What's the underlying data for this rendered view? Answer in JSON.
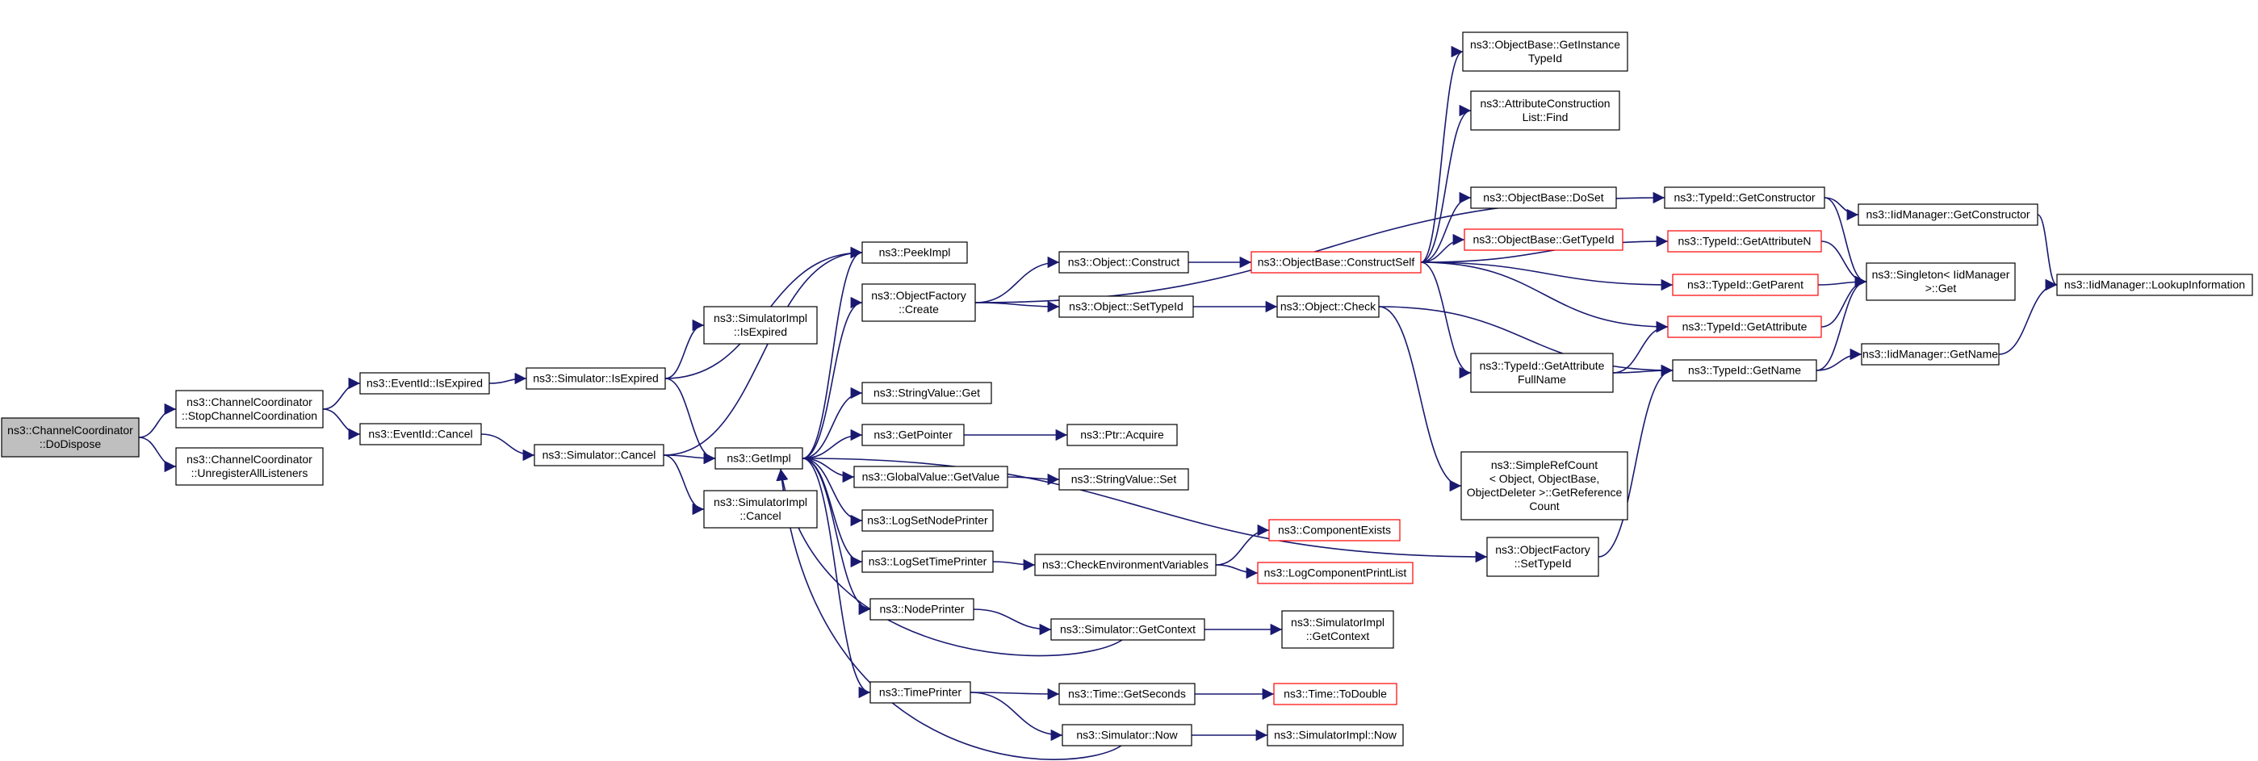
{
  "colors": {
    "edge": "#191970",
    "node_border": "#000000",
    "truncated_border": "#ff0000",
    "root_fill": "#bfbfbf",
    "background": "#ffffff"
  },
  "nodes": [
    {
      "id": "dodispose",
      "lines": [
        "ns3::ChannelCoordinator",
        "::DoDispose"
      ],
      "style": "root"
    },
    {
      "id": "stopcc",
      "lines": [
        "ns3::ChannelCoordinator",
        "::StopChannelCoordination"
      ],
      "style": "normal"
    },
    {
      "id": "unreg",
      "lines": [
        "ns3::ChannelCoordinator",
        "::UnregisterAllListeners"
      ],
      "style": "normal"
    },
    {
      "id": "evisexp",
      "lines": [
        "ns3::EventId::IsExpired"
      ],
      "style": "normal"
    },
    {
      "id": "evcancel",
      "lines": [
        "ns3::EventId::Cancel"
      ],
      "style": "normal"
    },
    {
      "id": "simisexp",
      "lines": [
        "ns3::Simulator::IsExpired"
      ],
      "style": "normal"
    },
    {
      "id": "simcancel",
      "lines": [
        "ns3::Simulator::Cancel"
      ],
      "style": "normal"
    },
    {
      "id": "simimplisexp",
      "lines": [
        "ns3::SimulatorImpl",
        "::IsExpired"
      ],
      "style": "normal"
    },
    {
      "id": "simimplcancel",
      "lines": [
        "ns3::SimulatorImpl",
        "::Cancel"
      ],
      "style": "normal"
    },
    {
      "id": "getimpl",
      "lines": [
        "ns3::GetImpl"
      ],
      "style": "normal"
    },
    {
      "id": "peekimpl",
      "lines": [
        "ns3::PeekImpl"
      ],
      "style": "normal"
    },
    {
      "id": "ofcreate",
      "lines": [
        "ns3::ObjectFactory",
        "::Create"
      ],
      "style": "normal"
    },
    {
      "id": "strget",
      "lines": [
        "ns3::StringValue::Get"
      ],
      "style": "normal"
    },
    {
      "id": "getptr",
      "lines": [
        "ns3::GetPointer"
      ],
      "style": "normal"
    },
    {
      "id": "gvget",
      "lines": [
        "ns3::GlobalValue::GetValue"
      ],
      "style": "normal"
    },
    {
      "id": "lognode",
      "lines": [
        "ns3::LogSetNodePrinter"
      ],
      "style": "normal"
    },
    {
      "id": "logtime",
      "lines": [
        "ns3::LogSetTimePrinter"
      ],
      "style": "normal"
    },
    {
      "id": "nodeprinter",
      "lines": [
        "ns3::NodePrinter"
      ],
      "style": "normal"
    },
    {
      "id": "timeprinter",
      "lines": [
        "ns3::TimePrinter"
      ],
      "style": "normal"
    },
    {
      "id": "objconstruct",
      "lines": [
        "ns3::Object::Construct"
      ],
      "style": "normal"
    },
    {
      "id": "objsettid",
      "lines": [
        "ns3::Object::SetTypeId"
      ],
      "style": "normal"
    },
    {
      "id": "ptracq",
      "lines": [
        "ns3::Ptr::Acquire"
      ],
      "style": "normal"
    },
    {
      "id": "strset",
      "lines": [
        "ns3::StringValue::Set"
      ],
      "style": "normal"
    },
    {
      "id": "checkenv",
      "lines": [
        "ns3::CheckEnvironmentVariables"
      ],
      "style": "normal"
    },
    {
      "id": "simgetctx",
      "lines": [
        "ns3::Simulator::GetContext"
      ],
      "style": "normal"
    },
    {
      "id": "timeget",
      "lines": [
        "ns3::Time::GetSeconds"
      ],
      "style": "normal"
    },
    {
      "id": "simnow",
      "lines": [
        "ns3::Simulator::Now"
      ],
      "style": "normal"
    },
    {
      "id": "objcheck",
      "lines": [
        "ns3::Object::Check"
      ],
      "style": "normal"
    },
    {
      "id": "obconstructself",
      "lines": [
        "ns3::ObjectBase::ConstructSelf"
      ],
      "style": "truncated"
    },
    {
      "id": "compexists",
      "lines": [
        "ns3::ComponentExists"
      ],
      "style": "truncated"
    },
    {
      "id": "logcomplist",
      "lines": [
        "ns3::LogComponentPrintList"
      ],
      "style": "truncated"
    },
    {
      "id": "simimplgetctx",
      "lines": [
        "ns3::SimulatorImpl",
        "::GetContext"
      ],
      "style": "normal"
    },
    {
      "id": "timetodouble",
      "lines": [
        "ns3::Time::ToDouble"
      ],
      "style": "truncated"
    },
    {
      "id": "simimplnow",
      "lines": [
        "ns3::SimulatorImpl::Now"
      ],
      "style": "normal"
    },
    {
      "id": "obgetinst",
      "lines": [
        "ns3::ObjectBase::GetInstance",
        "TypeId"
      ],
      "style": "normal"
    },
    {
      "id": "attrconst",
      "lines": [
        "ns3::AttributeConstruction",
        "List::Find"
      ],
      "style": "normal"
    },
    {
      "id": "obdoset",
      "lines": [
        "ns3::ObjectBase::DoSet"
      ],
      "style": "normal"
    },
    {
      "id": "obgettid",
      "lines": [
        "ns3::ObjectBase::GetTypeId"
      ],
      "style": "truncated"
    },
    {
      "id": "tidgetattrfull",
      "lines": [
        "ns3::TypeId::GetAttribute",
        "FullName"
      ],
      "style": "normal"
    },
    {
      "id": "simplerefcount",
      "lines": [
        "ns3::SimpleRefCount",
        "< Object, ObjectBase,",
        "ObjectDeleter >::GetReference",
        "Count"
      ],
      "style": "normal"
    },
    {
      "id": "ofsettid",
      "lines": [
        "ns3::ObjectFactory",
        "::SetTypeId"
      ],
      "style": "normal"
    },
    {
      "id": "tidgetctor",
      "lines": [
        "ns3::TypeId::GetConstructor"
      ],
      "style": "normal"
    },
    {
      "id": "tidgetattrn",
      "lines": [
        "ns3::TypeId::GetAttributeN"
      ],
      "style": "truncated"
    },
    {
      "id": "tidgetparent",
      "lines": [
        "ns3::TypeId::GetParent"
      ],
      "style": "truncated"
    },
    {
      "id": "tidgetattr",
      "lines": [
        "ns3::TypeId::GetAttribute"
      ],
      "style": "truncated"
    },
    {
      "id": "tidgetname",
      "lines": [
        "ns3::TypeId::GetName"
      ],
      "style": "normal"
    },
    {
      "id": "iidgetctor",
      "lines": [
        "ns3::IidManager::GetConstructor"
      ],
      "style": "normal"
    },
    {
      "id": "singletonget",
      "lines": [
        "ns3::Singleton< IidManager",
        " >::Get"
      ],
      "style": "normal"
    },
    {
      "id": "iidgetname",
      "lines": [
        "ns3::IidManager::GetName"
      ],
      "style": "normal"
    },
    {
      "id": "iidlookup",
      "lines": [
        "ns3::IidManager::LookupInformation"
      ],
      "style": "normal"
    }
  ],
  "edges": [
    [
      "dodispose",
      "stopcc"
    ],
    [
      "dodispose",
      "unreg"
    ],
    [
      "stopcc",
      "evisexp"
    ],
    [
      "stopcc",
      "evcancel"
    ],
    [
      "evisexp",
      "simisexp"
    ],
    [
      "evcancel",
      "simcancel"
    ],
    [
      "simisexp",
      "simimplisexp"
    ],
    [
      "simisexp",
      "getimpl"
    ],
    [
      "simisexp",
      "peekimpl"
    ],
    [
      "simcancel",
      "getimpl"
    ],
    [
      "simcancel",
      "simimplcancel"
    ],
    [
      "simcancel",
      "peekimpl"
    ],
    [
      "getimpl",
      "peekimpl"
    ],
    [
      "getimpl",
      "ofcreate"
    ],
    [
      "getimpl",
      "strget"
    ],
    [
      "getimpl",
      "getptr"
    ],
    [
      "getimpl",
      "gvget"
    ],
    [
      "getimpl",
      "lognode"
    ],
    [
      "getimpl",
      "logtime"
    ],
    [
      "getimpl",
      "nodeprinter"
    ],
    [
      "getimpl",
      "timeprinter"
    ],
    [
      "getimpl",
      "ofsettid"
    ],
    [
      "ofcreate",
      "objconstruct"
    ],
    [
      "ofcreate",
      "objsettid"
    ],
    [
      "ofcreate",
      "tidgetctor"
    ],
    [
      "getptr",
      "ptracq"
    ],
    [
      "gvget",
      "strset"
    ],
    [
      "logtime",
      "checkenv"
    ],
    [
      "nodeprinter",
      "simgetctx"
    ],
    [
      "timeprinter",
      "timeget"
    ],
    [
      "timeprinter",
      "simnow"
    ],
    [
      "objconstruct",
      "obconstructself"
    ],
    [
      "objsettid",
      "objcheck"
    ],
    [
      "checkenv",
      "compexists"
    ],
    [
      "checkenv",
      "logcomplist"
    ],
    [
      "simgetctx",
      "simimplgetctx"
    ],
    [
      "simgetctx",
      "getimpl"
    ],
    [
      "timeget",
      "timetodouble"
    ],
    [
      "simnow",
      "simimplnow"
    ],
    [
      "simnow",
      "getimpl"
    ],
    [
      "objcheck",
      "simplerefcount"
    ],
    [
      "objcheck",
      "tidgetname"
    ],
    [
      "obconstructself",
      "obgetinst"
    ],
    [
      "obconstructself",
      "attrconst"
    ],
    [
      "obconstructself",
      "obdoset"
    ],
    [
      "obconstructself",
      "obgettid"
    ],
    [
      "obconstructself",
      "tidgetattrn"
    ],
    [
      "obconstructself",
      "tidgetparent"
    ],
    [
      "obconstructself",
      "tidgetattr"
    ],
    [
      "obconstructself",
      "tidgetattrfull"
    ],
    [
      "tidgetattrfull",
      "tidgetattr"
    ],
    [
      "tidgetattrfull",
      "tidgetname"
    ],
    [
      "ofsettid",
      "tidgetname"
    ],
    [
      "tidgetctor",
      "iidgetctor"
    ],
    [
      "tidgetctor",
      "singletonget"
    ],
    [
      "tidgetattrn",
      "singletonget"
    ],
    [
      "tidgetparent",
      "singletonget"
    ],
    [
      "tidgetattr",
      "singletonget"
    ],
    [
      "tidgetname",
      "singletonget"
    ],
    [
      "tidgetname",
      "iidgetname"
    ],
    [
      "iidgetctor",
      "iidlookup"
    ],
    [
      "iidgetname",
      "iidlookup"
    ]
  ]
}
